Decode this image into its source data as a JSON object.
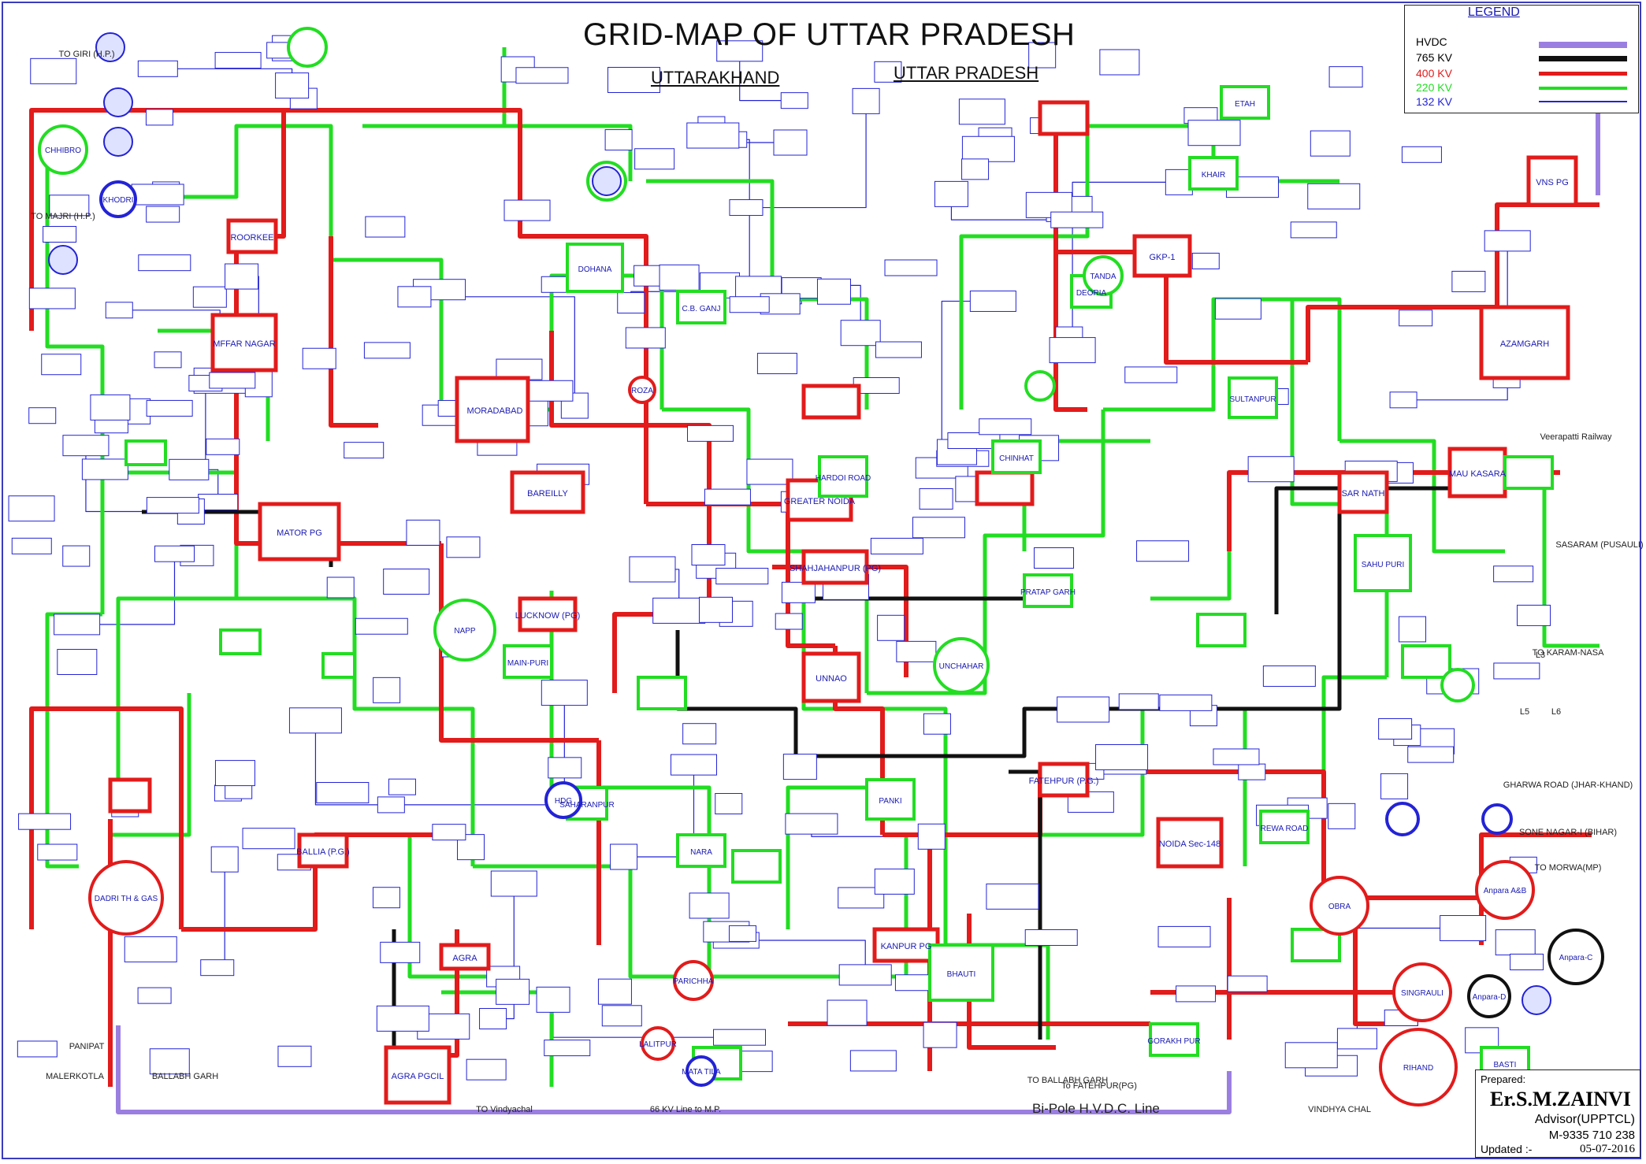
{
  "title": "GRID-MAP OF UTTAR PRADESH",
  "region_left": "UTTARAKHAND",
  "region_right": "UTTAR PRADESH",
  "legend": {
    "title": "LEGEND",
    "items": [
      {
        "label": "HVDC",
        "color": "#9b7fe0"
      },
      {
        "label": "765 KV",
        "color": "#111111"
      },
      {
        "label": "400 KV",
        "color": "#e21b1b"
      },
      {
        "label": "220 KV",
        "color": "#22dd22"
      },
      {
        "label": "132 KV",
        "color": "#2323d6"
      }
    ]
  },
  "hvdc_line_label": "Bi-Pole H.V.D.C. Line",
  "prepared": {
    "label": "Prepared:",
    "name": "Er.S.M.ZAINVI",
    "role": "Advisor(UPPTCL)",
    "phone": "M-9335 710 238",
    "updated_label": "Updated :-",
    "date": "05-07-2016"
  },
  "substations_400": [
    {
      "name": "MORADABAD"
    },
    {
      "name": "MATOR PG"
    },
    {
      "name": "MFFAR NAGAR"
    },
    {
      "name": "ROORKEE"
    },
    {
      "name": "BAREILLY"
    },
    {
      "name": "LUCKNOW (PG)"
    },
    {
      "name": "UNNAO"
    },
    {
      "name": "KANPUR PG"
    },
    {
      "name": "FATEHPUR (P.G.)"
    },
    {
      "name": "AGRA"
    },
    {
      "name": "AGRA PGCIL"
    },
    {
      "name": "GKP-1"
    },
    {
      "name": "AZAMGARH"
    },
    {
      "name": "MAU KASARA"
    },
    {
      "name": "SAR NATH"
    },
    {
      "name": "VNS PG"
    },
    {
      "name": "BALLIA (P.G.)"
    },
    {
      "name": "GREATER NOIDA"
    },
    {
      "name": "SHAHJAHANPUR (PG)"
    },
    {
      "name": "NOIDA Sec-148"
    }
  ],
  "substations_220": [
    {
      "name": "DOHANA"
    },
    {
      "name": "C.B. GANJ"
    },
    {
      "name": "SULTANPUR"
    },
    {
      "name": "PRATAP GARH"
    },
    {
      "name": "SAHU PURI"
    },
    {
      "name": "BHAUTI"
    },
    {
      "name": "PANKI"
    },
    {
      "name": "HARDOI ROAD"
    },
    {
      "name": "CHINHAT"
    },
    {
      "name": "REWA ROAD"
    },
    {
      "name": "SAHARANPUR"
    },
    {
      "name": "NARA"
    },
    {
      "name": "MAIN-PURI"
    },
    {
      "name": "ETAH"
    },
    {
      "name": "KHAIR"
    },
    {
      "name": "DEORIA"
    },
    {
      "name": "GORAKH PUR"
    },
    {
      "name": "BASTI"
    }
  ],
  "round_stations": [
    {
      "name": "DADRI TH & GAS"
    },
    {
      "name": "OBRA"
    },
    {
      "name": "Anpara A&B"
    },
    {
      "name": "Anpara-C"
    },
    {
      "name": "Anpara-D"
    },
    {
      "name": "SINGRAULI"
    },
    {
      "name": "RIHAND"
    },
    {
      "name": "NAPP"
    },
    {
      "name": "UNCHAHAR"
    },
    {
      "name": "HDG"
    },
    {
      "name": "PARICHHA"
    },
    {
      "name": "LALITPUR"
    },
    {
      "name": "KHODRI"
    },
    {
      "name": "TANDA"
    },
    {
      "name": "CHHIBRO"
    },
    {
      "name": "ROZA"
    },
    {
      "name": "MATA TILA"
    }
  ],
  "notes": [
    {
      "text": "TO GIRI (H.P.)"
    },
    {
      "text": "TO MAJRI (H.P.)"
    },
    {
      "text": "TO KARAM-NASA"
    },
    {
      "text": "TO MORWA(MP)"
    },
    {
      "text": "GHARWA ROAD (JHAR-KHAND)"
    },
    {
      "text": "SONE NAGAR-I (BIHAR)"
    },
    {
      "text": "TO BALLABH GARH"
    },
    {
      "text": "To FATEHPUR(PG)"
    },
    {
      "text": "TO Vindyachal"
    },
    {
      "text": "66 KV Line to M.P."
    },
    {
      "text": "PANIPAT"
    },
    {
      "text": "MALERKOTLA"
    },
    {
      "text": "BALLABH GARH"
    },
    {
      "text": "VINDHYA CHAL"
    },
    {
      "text": "L3"
    },
    {
      "text": "L5"
    },
    {
      "text": "L6"
    },
    {
      "text": "SASARAM (PUSAULI)"
    },
    {
      "text": "Veerapatti Railway"
    }
  ]
}
